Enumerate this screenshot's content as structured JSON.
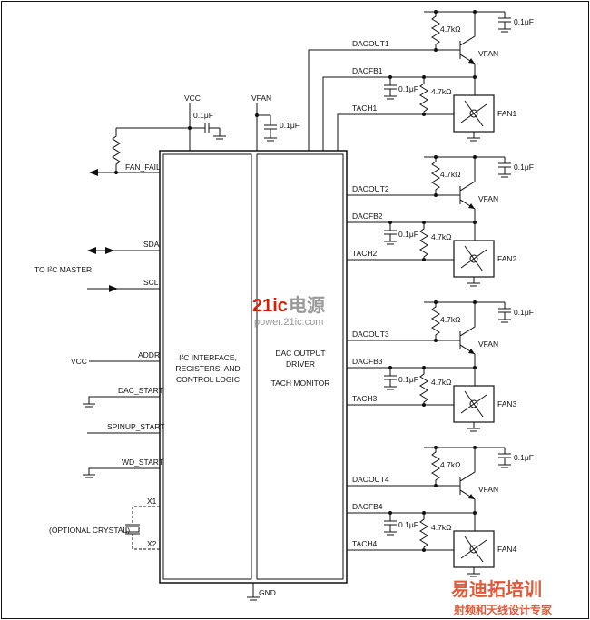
{
  "chip": {
    "left_block": [
      "I²C INTERFACE,",
      "REGISTERS, AND",
      "CONTROL LOGIC"
    ],
    "right_block": [
      "DAC OUTPUT",
      "DRIVER",
      "TACH MONITOR"
    ],
    "gnd": "GND"
  },
  "pins_left": {
    "fan_fail": "FAN_FAIL",
    "sda": "SDA",
    "scl": "SCL",
    "addr": "ADDR",
    "dac_start": "DAC_START",
    "spinup_start": "SPINUP_START",
    "wd_start": "WD_START",
    "x1": "X1",
    "x2": "X2"
  },
  "external": {
    "to_master": "TO I²C MASTER",
    "vcc": "VCC",
    "vfan": "VFAN",
    "cap": "0.1μF",
    "crystal": "(OPTIONAL CRYSTAL)"
  },
  "fans": [
    {
      "dacout": "DACOUT1",
      "dacfb": "DACFB1",
      "tach": "TACH1",
      "name": "FAN1",
      "res": "4.7kΩ",
      "cap": "0.1μF",
      "vfan": "VFAN"
    },
    {
      "dacout": "DACOUT2",
      "dacfb": "DACFB2",
      "tach": "TACH2",
      "name": "FAN2",
      "res": "4.7kΩ",
      "cap": "0.1μF",
      "vfan": "VFAN"
    },
    {
      "dacout": "DACOUT3",
      "dacfb": "DACFB3",
      "tach": "TACH3",
      "name": "FAN3",
      "res": "4.7kΩ",
      "cap": "0.1μF",
      "vfan": "VFAN"
    },
    {
      "dacout": "DACOUT4",
      "dacfb": "DACFB4",
      "tach": "TACH4",
      "name": "FAN4",
      "res": "4.7kΩ",
      "cap": "0.1μF",
      "vfan": "VFAN"
    }
  ],
  "watermark": {
    "brand_a": "21ic",
    "brand_b": "电源",
    "url": "power.21ic.com",
    "brand2": "易迪拓培训",
    "brand2_sub": "射频和天线设计专家"
  }
}
